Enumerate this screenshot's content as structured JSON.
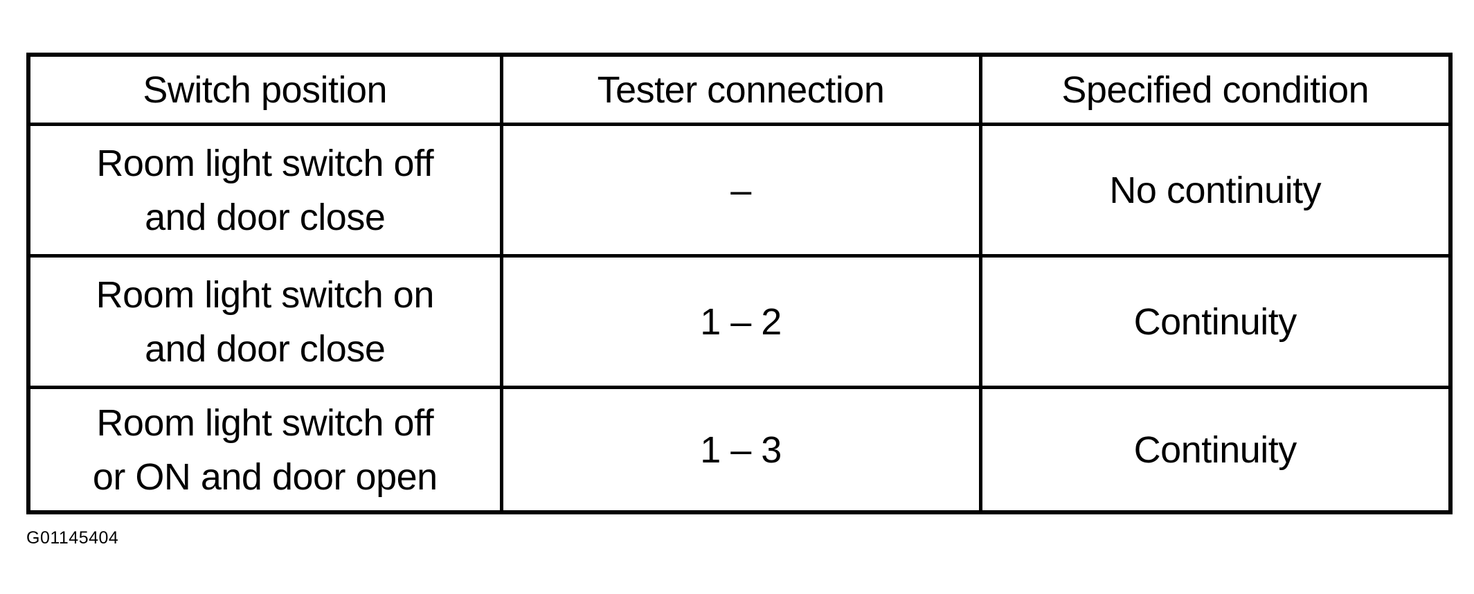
{
  "table": {
    "headers": [
      "Switch position",
      "Tester connection",
      "Specified condition"
    ],
    "rows": [
      {
        "switch_position": [
          "Room light switch off",
          "and door close"
        ],
        "tester_connection": "–",
        "specified_condition": "No continuity"
      },
      {
        "switch_position": [
          "Room light switch on",
          "and door close"
        ],
        "tester_connection": "1 – 2",
        "specified_condition": "Continuity"
      },
      {
        "switch_position": [
          "Room light switch off",
          "or ON and door open"
        ],
        "tester_connection": "1 – 3",
        "specified_condition": "Continuity"
      }
    ]
  },
  "figure_code": "G01145404"
}
